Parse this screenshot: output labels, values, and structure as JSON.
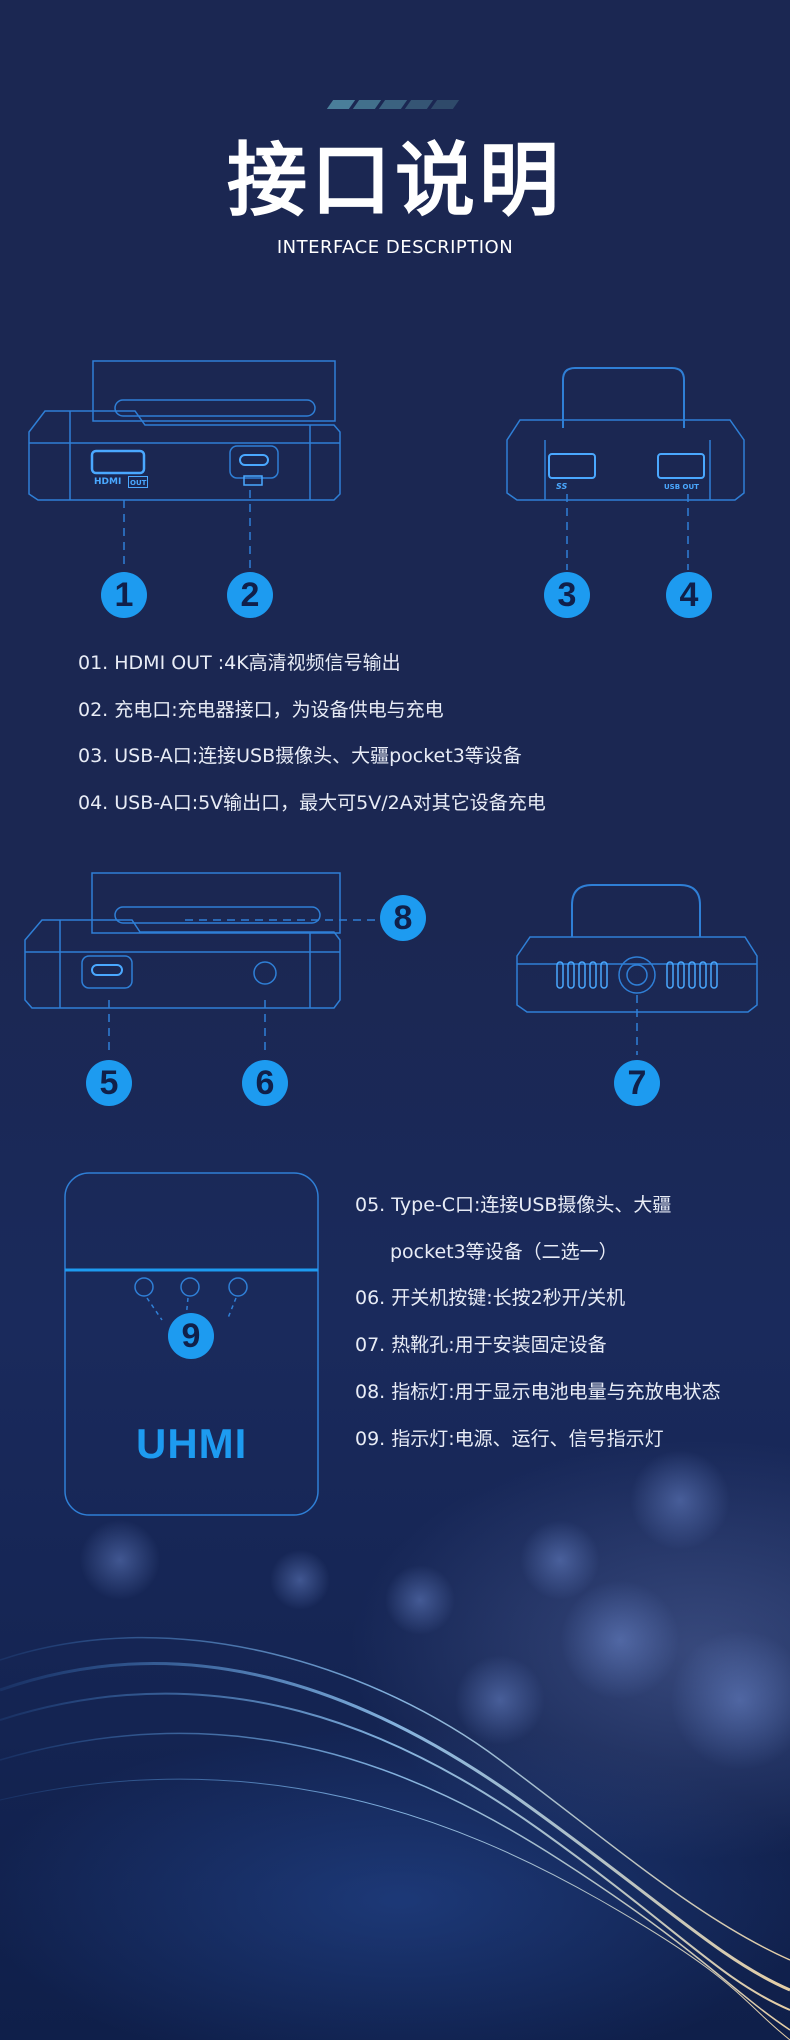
{
  "header": {
    "title": "接口说明",
    "subtitle": "INTERFACE DESCRIPTION"
  },
  "device_labels": {
    "hdmi": "HDMI",
    "out": "OUT",
    "usb_out": "USB OUT",
    "ss": "SS"
  },
  "callouts": [
    "1",
    "2",
    "3",
    "4",
    "5",
    "6",
    "7",
    "8",
    "9"
  ],
  "descriptions_top": [
    "01. HDMI OUT :4K高清视频信号输出",
    "02. 充电口:充电器接口，为设备供电与充电",
    "03. USB-A口:连接USB摄像头、大疆pocket3等设备",
    "04. USB-A口:5V输出口，最大可5V/2A对其它设备充电"
  ],
  "descriptions_bottom": [
    "05. Type-C口:连接USB摄像头、大疆",
    "pocket3等设备（二选一）",
    "06. 开关机按键:长按2秒开/关机",
    "07. 热靴孔:用于安装固定设备",
    "08. 指标灯:用于显示电池电量与充放电状态",
    "09. 指示灯:电源、运行、信号指示灯"
  ],
  "logo": "UHMI",
  "colors": {
    "background": "#1b2752",
    "accent": "#1d9bf0",
    "outline": "#2f7fd6"
  }
}
